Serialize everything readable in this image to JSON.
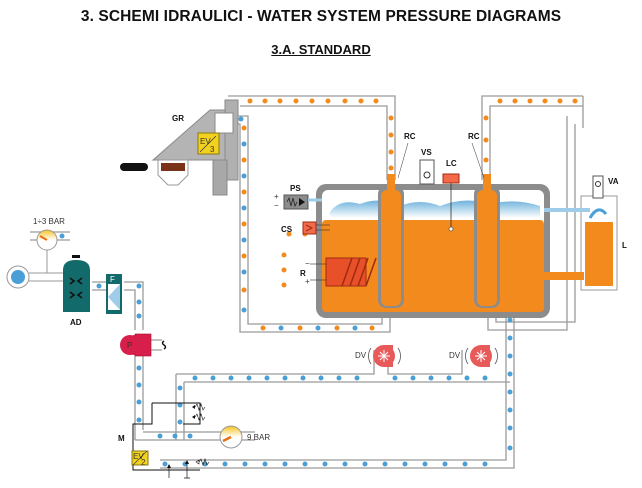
{
  "header": {
    "title": "3. SCHEMI IDRAULICI - WATER SYSTEM PRESSURE DIAGRAMS",
    "subtitle": "3.A. STANDARD"
  },
  "labels": {
    "gr": "GR",
    "ev3_top": "EV",
    "ev3_num": "3",
    "ps": "PS",
    "cs": "CS",
    "r": "R",
    "rc_left": "RC",
    "rc_right": "RC",
    "vs": "VS",
    "lc": "LC",
    "va": "VA",
    "l": "L",
    "ad": "AD",
    "f": "F",
    "p": "P",
    "dv_left": "DV",
    "dv_right": "DV",
    "m": "M",
    "ev2_top": "EV",
    "ev2_num": "2",
    "gauge_inlet": "1÷3 BAR",
    "gauge_pump": "9 BAR",
    "plus": "+",
    "minus": "−"
  },
  "colors": {
    "hot_water": "#f28a1e",
    "cold_water": "#4a9fd4",
    "pipe": "#9a9a9a",
    "boiler_shell": "#8c8c8c",
    "teal_component": "#136a6a",
    "pump_red": "#d81e4a",
    "valve_yellow": "#f2d21e",
    "heater_red": "#e8502a",
    "dv_red": "#e85a5a"
  }
}
